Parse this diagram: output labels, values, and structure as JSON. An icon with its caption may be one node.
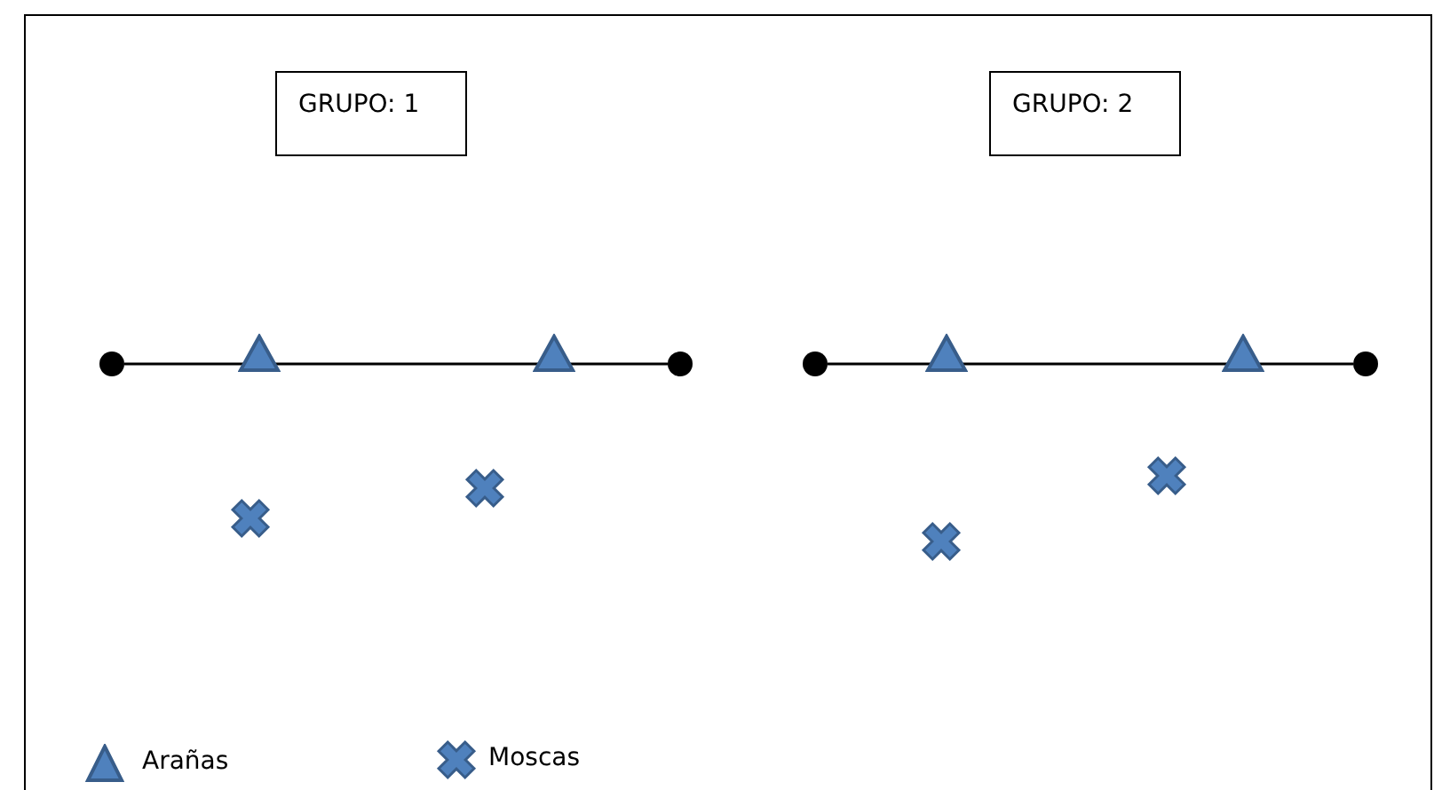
{
  "diagram": {
    "nodes": [
      {
        "text": [
          "GRUPO: 1"
        ]
      },
      {
        "text": [
          "GRUPO: 2"
        ]
      },
      {
        "text": [],
        "shape": "circle"
      },
      {
        "text": [],
        "shape": "triangle"
      },
      {
        "text": [],
        "shape": "triangle"
      },
      {
        "text": [],
        "shape": "circle"
      },
      {
        "text": [],
        "shape": "circle"
      },
      {
        "text": [],
        "shape": "triangle"
      },
      {
        "text": [],
        "shape": "triangle"
      },
      {
        "text": [],
        "shape": "circle"
      },
      {
        "text": [],
        "shape": "cross"
      },
      {
        "text": [],
        "shape": "cross"
      },
      {
        "text": [],
        "shape": "cross"
      },
      {
        "text": [],
        "shape": "cross"
      }
    ],
    "edges": [
      {
        "from": 2,
        "to": 3,
        "arrow": "none"
      },
      {
        "from": 3,
        "to": 4,
        "arrow": "none"
      },
      {
        "from": 4,
        "to": 5,
        "arrow": "none"
      },
      {
        "from": 6,
        "to": 7,
        "arrow": "none"
      },
      {
        "from": 7,
        "to": 8,
        "arrow": "none"
      },
      {
        "from": 8,
        "to": 9,
        "arrow": "none"
      }
    ],
    "legend": [
      {
        "text": "Arañas"
      },
      {
        "text": "Moscas"
      }
    ]
  }
}
